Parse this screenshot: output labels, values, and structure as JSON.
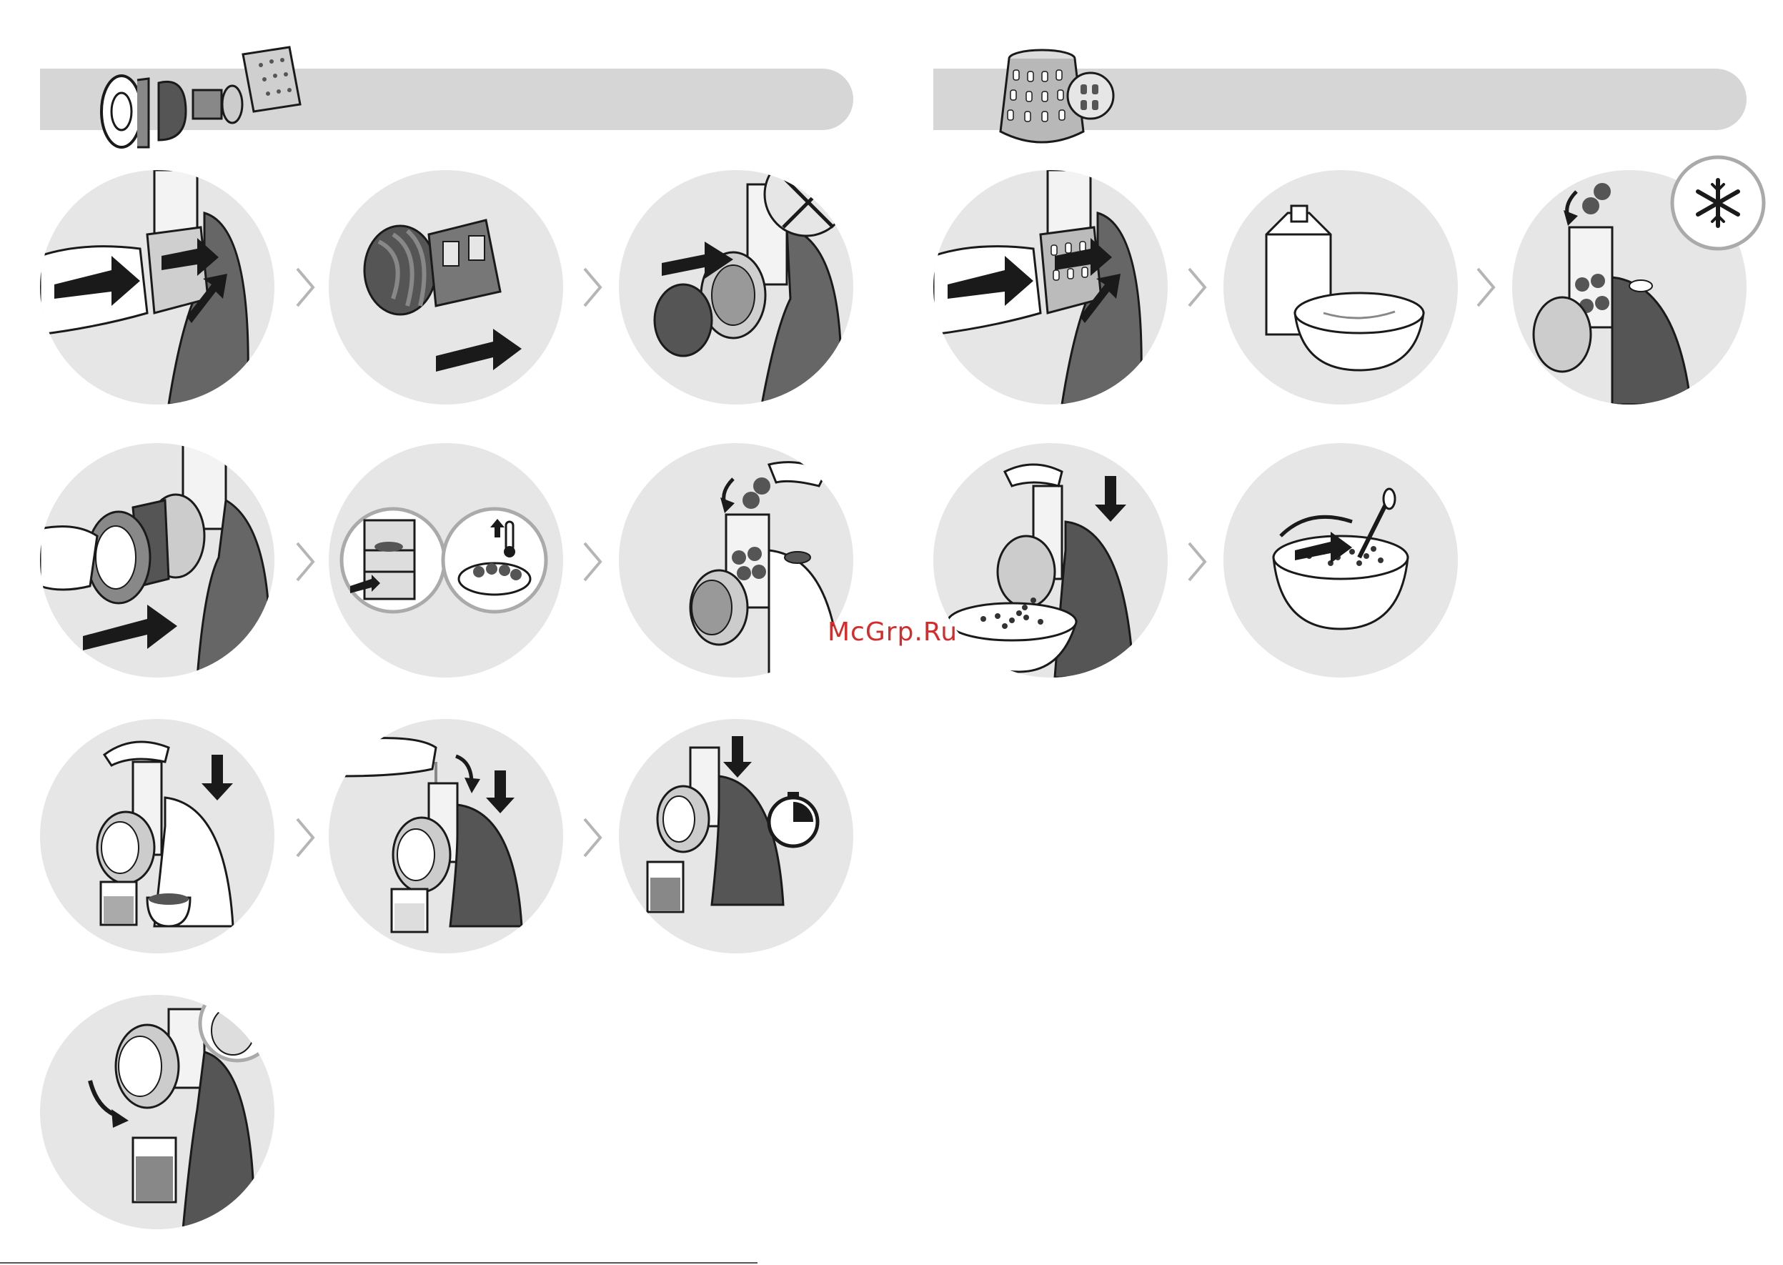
{
  "watermark": "McGrp.Ru",
  "sections": [
    {
      "name": "juicer-section",
      "icon": "juicer-attachment-icon"
    },
    {
      "name": "grater-section",
      "icon": "grater-cone-icon"
    }
  ],
  "colors": {
    "banner": "#d6d6d6",
    "circle": "#e6e6e6",
    "chevron": "#b5b5b5",
    "line": "#1a1a1a",
    "accent": "#d62b2b"
  },
  "steps_left": [
    {
      "icon": "assemble-filter-icon"
    },
    {
      "icon": "auger-icon"
    },
    {
      "icon": "insert-auger-icon"
    },
    {
      "icon": "attach-cap-icon"
    },
    {
      "icon": "fridge-temperature-icon"
    },
    {
      "icon": "add-fruit-icon"
    },
    {
      "icon": "press-pusher-icon"
    },
    {
      "icon": "pour-water-icon"
    },
    {
      "icon": "timer-icon"
    },
    {
      "icon": "remove-cap-icon"
    }
  ],
  "steps_right": [
    {
      "icon": "assemble-grater-icon"
    },
    {
      "icon": "yogurt-icon"
    },
    {
      "icon": "frozen-fruit-icon"
    },
    {
      "icon": "grate-into-bowl-icon"
    },
    {
      "icon": "stir-bowl-icon"
    }
  ]
}
